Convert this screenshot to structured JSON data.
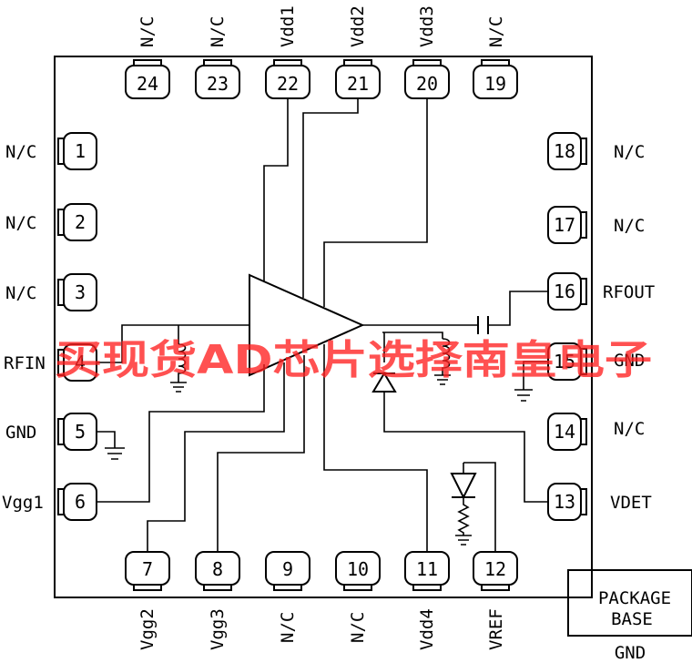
{
  "pins": {
    "p1": {
      "num": "1",
      "label": "N/C"
    },
    "p2": {
      "num": "2",
      "label": "N/C"
    },
    "p3": {
      "num": "3",
      "label": "N/C"
    },
    "p4": {
      "num": "4",
      "label": "RFIN"
    },
    "p5": {
      "num": "5",
      "label": "GND"
    },
    "p6": {
      "num": "6",
      "label": "Vgg1"
    },
    "p7": {
      "num": "7",
      "label": "Vgg2"
    },
    "p8": {
      "num": "8",
      "label": "Vgg3"
    },
    "p9": {
      "num": "9",
      "label": "N/C"
    },
    "p10": {
      "num": "10",
      "label": "N/C"
    },
    "p11": {
      "num": "11",
      "label": "Vdd4"
    },
    "p12": {
      "num": "12",
      "label": "VREF"
    },
    "p13": {
      "num": "13",
      "label": "VDET"
    },
    "p14": {
      "num": "14",
      "label": "N/C"
    },
    "p15": {
      "num": "15",
      "label": "GND"
    },
    "p16": {
      "num": "16",
      "label": "RFOUT"
    },
    "p17": {
      "num": "17",
      "label": "N/C"
    },
    "p18": {
      "num": "18",
      "label": "N/C"
    },
    "p19": {
      "num": "19",
      "label": "N/C"
    },
    "p20": {
      "num": "20",
      "label": "Vdd3"
    },
    "p21": {
      "num": "21",
      "label": "Vdd2"
    },
    "p22": {
      "num": "22",
      "label": "Vdd1"
    },
    "p23": {
      "num": "23",
      "label": "N/C"
    },
    "p24": {
      "num": "24",
      "label": "N/C"
    }
  },
  "package": {
    "line1": "PACKAGE",
    "line2": "BASE",
    "gnd": "GND"
  },
  "watermark": "买现货AD芯片选择南皇电子"
}
